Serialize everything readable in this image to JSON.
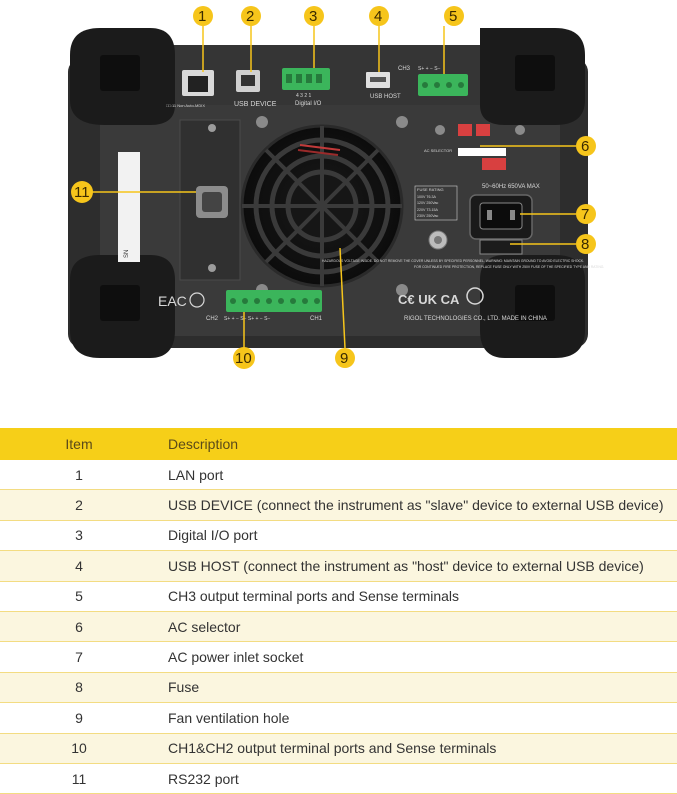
{
  "figure": {
    "ports": {
      "lan_text": "□□:11 Non Auto-MDIX",
      "usb_device": "USB DEVICE",
      "digital_io_pins": "4  3  2  1",
      "digital_io": "Digital I/O",
      "usb_host": "USB HOST",
      "ch3": "CH3",
      "ch3_terminals": "S+  +  −  S−",
      "ch2": "CH2",
      "ch1": "CH1",
      "ch12_terminals": "S+ + − S− S+ + − S−"
    },
    "ac_selector": "AC SELECTOR",
    "power_rating": "50~60Hz\n650VA MAX",
    "fuse_rating_title": "FUSE RATING",
    "fuse_rows": [
      "100V  T6.3A",
      "120V  250Vac",
      "220V  T3.15A",
      "230V  250Vac"
    ],
    "warning_left": "HAZARDOUS VOLTAGE INSIDE. DO NOT REMOVE THE COVER UNLESS BY SPECIFIED PERSONNEL. WARNING: MAINTAIN GROUND TO AVOID ELECTRIC SHOCK.",
    "warning_right": "FOR CONTINUED FIRE PROTECTION, REPLACE FUSE ONLY WITH 250V FUSE OF THE SPECIFIED TYPE AND RATING.",
    "manufacturer": "RIGOL TECHNOLOGIES CO., LTD.   MADE IN CHINA",
    "ce_marks": "C€ UK CA",
    "eac": "EAC",
    "sn_label": "SN",
    "callouts": [
      "1",
      "2",
      "3",
      "4",
      "5",
      "6",
      "7",
      "8",
      "9",
      "10",
      "11"
    ]
  },
  "table": {
    "header": {
      "item": "Item",
      "description": "Description"
    },
    "rows": [
      {
        "item": "1",
        "description": "LAN port"
      },
      {
        "item": "2",
        "description": "USB DEVICE (connect the instrument as \"slave\" device to external USB device)"
      },
      {
        "item": "3",
        "description": "Digital I/O port"
      },
      {
        "item": "4",
        "description": "USB HOST (connect the instrument as \"host\" device to external USB device)"
      },
      {
        "item": "5",
        "description": "CH3 output terminal ports and Sense terminals"
      },
      {
        "item": "6",
        "description": "AC selector"
      },
      {
        "item": "7",
        "description": "AC power inlet socket"
      },
      {
        "item": "8",
        "description": "Fuse"
      },
      {
        "item": "9",
        "description": "Fan ventilation hole"
      },
      {
        "item": "10",
        "description": "CH1&CH2 output terminal ports and Sense terminals"
      },
      {
        "item": "11",
        "description": "RS232 port"
      }
    ]
  },
  "colors": {
    "callout": "#f6c51b",
    "header": "#f6cf18",
    "terminal": "#3bb55b",
    "panel": "#2c2c2c"
  }
}
